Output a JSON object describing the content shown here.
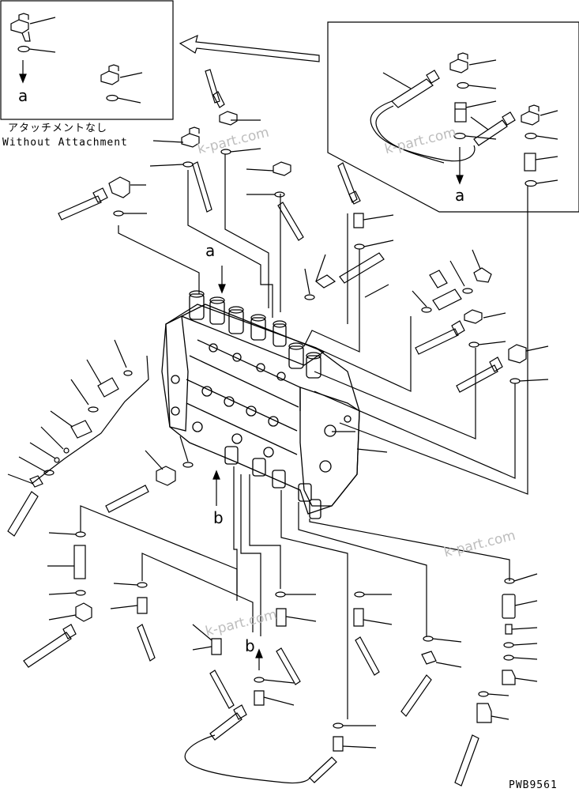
{
  "inset_left": {
    "label_ja": "アタッチメントなし",
    "label_en": "Without Attachment",
    "ref_letter": "a"
  },
  "inset_right": {
    "ref_letter": "a"
  },
  "main": {
    "arrow_a_letter": "a",
    "arrow_b_letter": "b",
    "arrow_b2_letter": "b"
  },
  "watermark": {
    "text": "k-part.com"
  },
  "drawing_number": "PWB9561"
}
